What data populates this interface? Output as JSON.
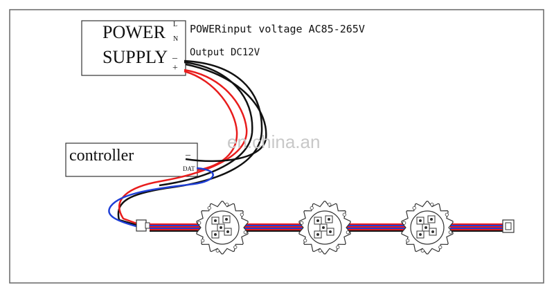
{
  "power_supply": {
    "line1": "POWER",
    "line2": "SUPPLY",
    "pins": [
      "L",
      "N",
      "_",
      "+"
    ]
  },
  "labels": {
    "input": "POWERinput voltage AC85-265V",
    "output": "Output DC12V"
  },
  "controller": {
    "label": "controller",
    "pins": [
      "_",
      "DAT"
    ]
  },
  "watermark": "en.china.an",
  "colors": {
    "wire_black": "#111111",
    "wire_red": "#e81c1c",
    "wire_blue": "#1f3fd6",
    "frame": "#666666"
  },
  "modules": [
    {
      "name": "led-module",
      "led_count": 5
    },
    {
      "name": "led-module",
      "led_count": 5
    },
    {
      "name": "led-module",
      "led_count": 5
    }
  ]
}
